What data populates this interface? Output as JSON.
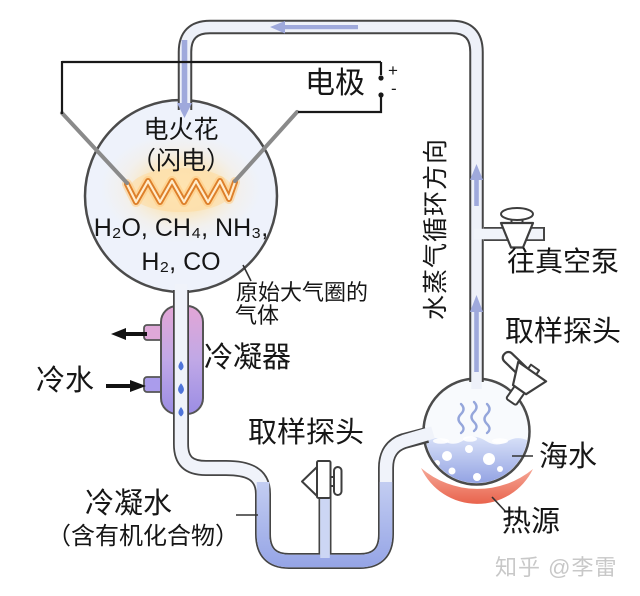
{
  "labels": {
    "electrode": "电极",
    "plus": "+",
    "minus": "-",
    "spark_line1": "电火花",
    "spark_line2": "（闪电）",
    "gases_line1": "H₂O, CH₄, NH₃,",
    "gases_line2": "H₂, CO",
    "atmosphere_line1": "原始大气圈的",
    "atmosphere_line2": "气体",
    "condenser": "冷凝器",
    "cold_water": "冷水",
    "vapor_direction": "水蒸气循环方向",
    "to_vacuum_pump": "往真空泵",
    "probe_top": "取样探头",
    "probe_bottom": "取样探头",
    "seawater": "海水",
    "heat_source": "热源",
    "condensed_water_line1": "冷凝水",
    "condensed_water_line2": "（含有机化合物）",
    "watermark": "知乎 @李雷"
  },
  "colors": {
    "pipe_fill": "#f0f3fa",
    "pipe_outline": "#454545",
    "flow_arrow": "#9fa9dc",
    "condenser_top": "#e3a6d6",
    "condenser_bottom": "#9b8de4",
    "u_tube_liquid": "#a9b6ec",
    "spark_orange": "#dd7f2a",
    "spark_glow": "#ffeec5",
    "flask_fill": "#eef2fb",
    "sea_water": "#a2b5ef",
    "heat_red": "#ea6852",
    "droplet_blue": "#4f74d9",
    "text": "#161616",
    "watermark_gray": "#c8c8c8"
  }
}
